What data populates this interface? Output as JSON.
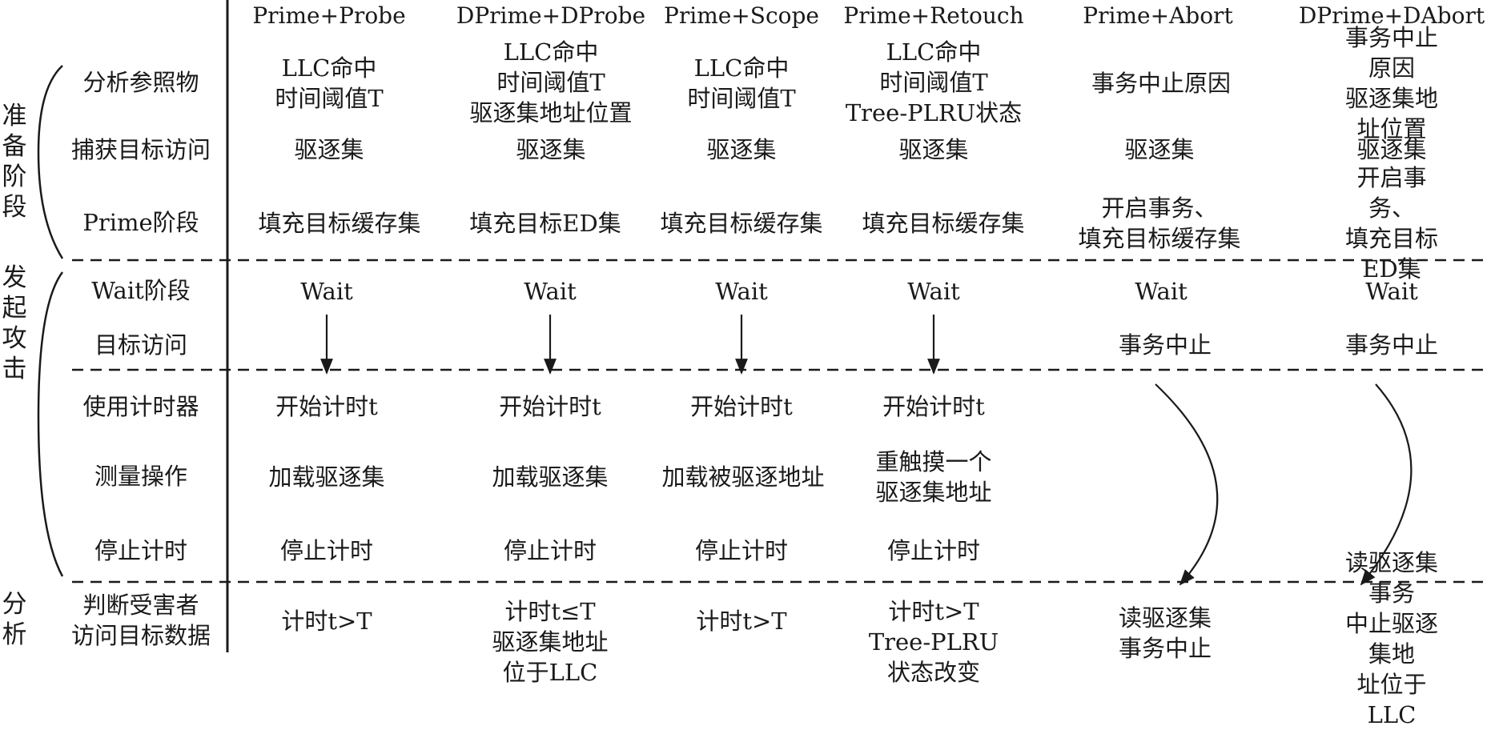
{
  "stages": {
    "prepare": "准备阶段",
    "launch": "发起攻击",
    "analyze": "分析"
  },
  "columns": [
    "Prime+Probe",
    "DPrime+DProbe",
    "Prime+Scope",
    "Prime+Retouch",
    "Prime+Abort",
    "DPrime+DAbort"
  ],
  "rows": [
    {
      "label": "分析参照物",
      "cells": [
        "LLC命中\n时间阈值T",
        "LLC命中\n时间阈值T\n驱逐集地址位置",
        "LLC命中\n时间阈值T",
        "LLC命中\n时间阈值T\nTree-PLRU状态",
        "事务中止原因",
        "事务中止原因\n驱逐集地址位置"
      ]
    },
    {
      "label": "捕获目标访问",
      "cells": [
        "驱逐集",
        "驱逐集",
        "驱逐集",
        "驱逐集",
        "驱逐集",
        "驱逐集"
      ]
    },
    {
      "label": "Prime阶段",
      "cells": [
        "填充目标缓存集",
        "填充目标ED集",
        "填充目标缓存集",
        "填充目标缓存集",
        "开启事务、\n填充目标缓存集",
        "开启事务、\n填充目标ED集"
      ]
    },
    {
      "label": "Wait阶段",
      "cells": [
        "Wait",
        "Wait",
        "Wait",
        "Wait",
        "Wait",
        "Wait"
      ]
    },
    {
      "label": "目标访问",
      "cells": [
        "",
        "",
        "",
        "",
        "事务中止",
        "事务中止"
      ]
    },
    {
      "label": "使用计时器",
      "cells": [
        "开始计时t",
        "开始计时t",
        "开始计时t",
        "开始计时t",
        "",
        ""
      ]
    },
    {
      "label": "测量操作",
      "cells": [
        "加载驱逐集",
        "加载驱逐集",
        "加载被驱逐地址",
        "重触摸一个\n驱逐集地址",
        "",
        ""
      ]
    },
    {
      "label": "停止计时",
      "cells": [
        "停止计时",
        "停止计时",
        "停止计时",
        "停止计时",
        "",
        ""
      ]
    },
    {
      "label": "判断受害者\n访问目标数据",
      "cells": [
        "计时t>T",
        "计时t≤T\n驱逐集地址\n位于LLC",
        "计时t>T",
        "计时t>T\nTree-PLRU\n状态改变",
        "读驱逐集\n事务中止",
        "读驱逐集事务\n中止驱逐集地\n址位于LLC"
      ]
    }
  ],
  "colors": {
    "ink": "#1a1a1a",
    "background": "#ffffff"
  }
}
